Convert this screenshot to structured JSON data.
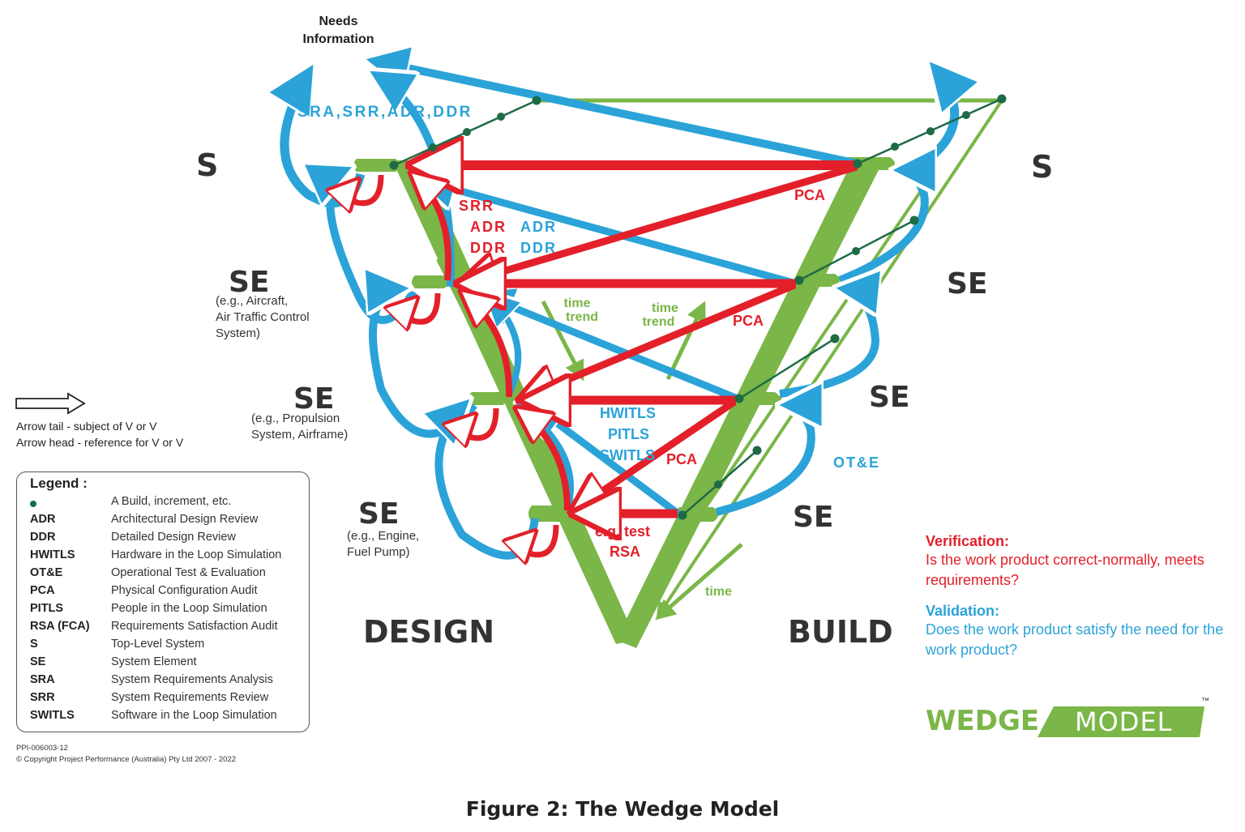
{
  "top_label": [
    "Needs",
    "Information"
  ],
  "design_levels": [
    {
      "label": "S",
      "example": []
    },
    {
      "label": "SE",
      "example": [
        "(e.g., Aircraft,",
        "Air Traffic Control",
        "System)"
      ]
    },
    {
      "label": "SE",
      "example": [
        "(e.g., Propulsion",
        "System, Airframe)"
      ]
    },
    {
      "label": "SE",
      "example": [
        "(e.g., Engine,",
        "Fuel Pump)"
      ]
    }
  ],
  "build_levels": [
    "S",
    "SE",
    "SE",
    "SE"
  ],
  "phases": {
    "design": "DESIGN",
    "build": "BUILD"
  },
  "annotations": {
    "sra_line": "SRA,SRR,ADR,DDR",
    "srr": "SRR",
    "adr_red": "ADR",
    "adr_blue": "ADR",
    "ddr_red": "DDR",
    "ddr_blue": "DDR",
    "pca": "PCA",
    "hwitls": "HWITLS",
    "pitls": "PITLS",
    "switls": "SWITLS",
    "ote": "OT&E",
    "eg_test": "e.g. test",
    "rsa": "RSA",
    "time": "time",
    "time_trend_1": [
      "time",
      "trend"
    ],
    "time_trend_2": [
      "time",
      "trend"
    ]
  },
  "arrow_key": [
    "Arrow tail - subject of V or V",
    "Arrow head - reference for V or V"
  ],
  "legend": {
    "title": "Legend :",
    "items": [
      {
        "abbr": "",
        "icon": "build-dot",
        "definition": "A Build, increment, etc."
      },
      {
        "abbr": "ADR",
        "definition": "Architectural Design Review"
      },
      {
        "abbr": "DDR",
        "definition": "Detailed Design Review"
      },
      {
        "abbr": "HWITLS",
        "definition": "Hardware in the Loop Simulation"
      },
      {
        "abbr": "OT&E",
        "definition": "Operational Test & Evaluation"
      },
      {
        "abbr": "PCA",
        "definition": "Physical Configuration Audit"
      },
      {
        "abbr": "PITLS",
        "definition": "People in the Loop Simulation"
      },
      {
        "abbr": "RSA (FCA)",
        "definition": "Requirements Satisfaction Audit"
      },
      {
        "abbr": "S",
        "definition": "Top-Level System"
      },
      {
        "abbr": "SE",
        "definition": "System Element"
      },
      {
        "abbr": "SRA",
        "definition": "System Requirements Analysis"
      },
      {
        "abbr": "SRR",
        "definition": "System Requirements Review"
      },
      {
        "abbr": "SWITLS",
        "definition": "Software in the Loop Simulation"
      }
    ]
  },
  "verification": {
    "title": "Verification:",
    "text": "Is the work product correct-normally, meets requirements?"
  },
  "validation": {
    "title": "Validation:",
    "text": "Does the work product satisfy the need for the work product?"
  },
  "logo": {
    "left": "WEDGE",
    "right": "MODEL",
    "tm": "™"
  },
  "doc_id": "PPI-006003-12",
  "copyright": "© Copyright Project Performance (Australia) Pty Ltd 2007 - 2022",
  "caption": "Figure 2: The Wedge Model",
  "colors": {
    "green": "#7ab648",
    "blue": "#2ba3d8",
    "red": "#e3202a",
    "dark_green": "#1e6b45",
    "text": "#333333"
  }
}
